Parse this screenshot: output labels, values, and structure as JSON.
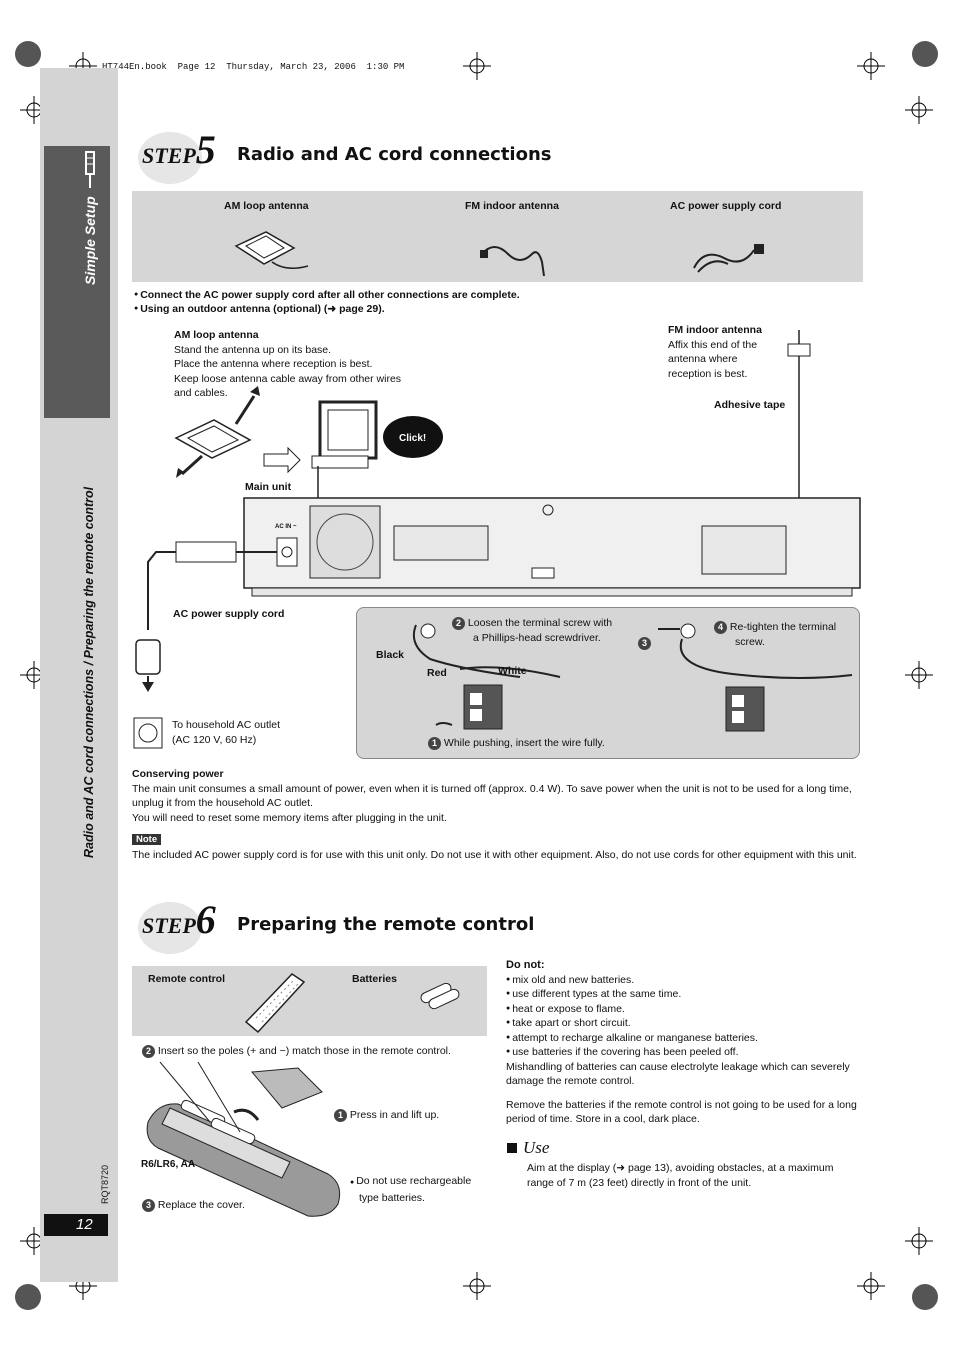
{
  "header_line": "HT744En.book  Page 12  Thursday, March 23, 2006  1:30 PM",
  "sidebar": {
    "title": "Simple Setup",
    "section_label": "Radio and AC cord connections / Preparing the remote control",
    "doc_code": "RQT8720",
    "page_number": "12"
  },
  "step5": {
    "step_word": "STEP",
    "step_num": "5",
    "title": "Radio and AC cord connections",
    "accessories": [
      "AM loop antenna",
      "FM indoor antenna",
      "AC power supply cord"
    ],
    "bullets": [
      "Connect the AC power supply cord after all other connections are complete.",
      "Using an outdoor antenna (optional) (➜ page 29)."
    ],
    "am_title": "AM loop antenna",
    "am_lines": [
      "Stand the antenna up on its base.",
      "Place the antenna where reception is best.",
      "Keep loose antenna cable away from other wires",
      "and cables."
    ],
    "click_label": "Click!",
    "fm_title": "FM indoor antenna",
    "fm_lines": [
      "Affix this end of the",
      "antenna where",
      "reception is best."
    ],
    "adhesive": "Adhesive tape",
    "main_unit": "Main unit",
    "ac_in": "AC IN ~",
    "ac_cord": "AC power supply cord",
    "outlet_lines": [
      "To household AC outlet",
      "(AC 120 V, 60 Hz)"
    ],
    "inset": {
      "step2": "Loosen the terminal screw with",
      "step2b": "a Phillips-head screwdriver.",
      "step4": "Re-tighten the terminal",
      "step4b": "screw.",
      "black": "Black",
      "red": "Red",
      "white": "White",
      "step1": "While pushing, insert the wire fully."
    },
    "conserving_title": "Conserving power",
    "conserving_text": "The main unit consumes a small amount of power, even when it is turned off (approx. 0.4 W). To save power when the unit is not to be used for a long time, unplug it from the household AC outlet.",
    "conserving_text2": "You will need to reset some memory items after plugging in the unit.",
    "note_tag": "Note",
    "note_text": "The included AC power supply cord is for use with this unit only. Do not use it with other equipment. Also, do not use cords for other equipment with this unit."
  },
  "step6": {
    "step_word": "STEP",
    "step_num": "6",
    "title": "Preparing the remote control",
    "remote_label": "Remote control",
    "batteries_label": "Batteries",
    "insert_text": "Insert so the poles (+ and −) match those in the remote control.",
    "press_text": "Press in and lift up.",
    "battery_type": "R6/LR6, AA",
    "no_recharge": [
      "Do not use rechargeable",
      "type batteries."
    ],
    "replace_text": "Replace the cover.",
    "do_not_title": "Do not:",
    "do_not_items": [
      "mix old and new batteries.",
      "use different types at the same time.",
      "heat or expose to flame.",
      "take apart or short circuit.",
      "attempt to recharge alkaline or manganese batteries.",
      "use batteries if the covering has been peeled off."
    ],
    "mishandling": "Mishandling of batteries can cause electrolyte leakage which can severely damage the remote control.",
    "remove_text": "Remove the batteries if the remote control is not going to be used for a long period of time. Store in a cool, dark place.",
    "use_title": "Use",
    "use_text": "Aim at the display (➜ page 13), avoiding obstacles, at a maximum range of 7 m (23 feet) directly in front of the unit."
  }
}
